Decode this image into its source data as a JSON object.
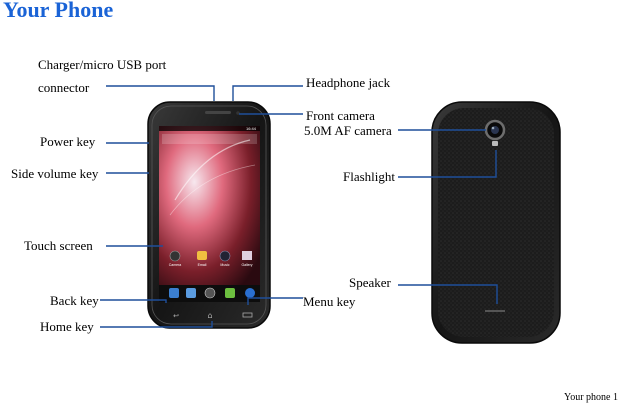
{
  "page_title": "Your Phone",
  "labels": {
    "charger_line1": "Charger/micro USB port",
    "charger_line2": "connector",
    "headphone": "Headphone jack",
    "front_camera": "Front camera",
    "af_camera": "5.0M AF camera",
    "power_key": "Power key",
    "side_volume": "Side volume key",
    "flashlight": "Flashlight",
    "touch_screen": "Touch screen",
    "speaker": "Speaker",
    "back_key": "Back key",
    "menu_key": "Menu key",
    "home_key": "Home key"
  },
  "screen": {
    "status_time": "16:44",
    "app_labels": [
      "Camera",
      "Email",
      "Music",
      "Gallery"
    ]
  },
  "footer": "Your phone 1",
  "colors": {
    "title": "#1a63d6",
    "callout_line": "#1f4f9a"
  }
}
